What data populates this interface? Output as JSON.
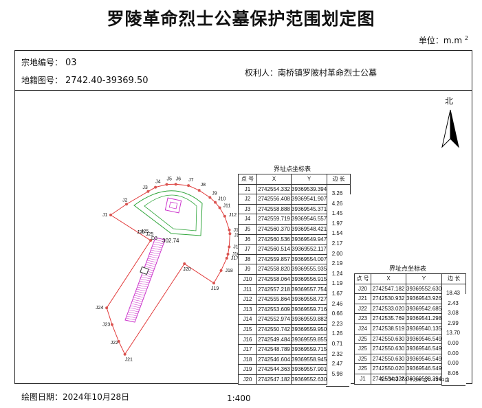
{
  "title": "罗陵革命烈士公墓保护范围划定图",
  "unit": {
    "label": "单位：m.m",
    "sup": "2"
  },
  "parcel": {
    "code_label": "宗地编号：",
    "code": "03",
    "map_no_label": "地籍图号：",
    "map_no": "2742.40-39369.50",
    "owner_label": "权利人：",
    "owner": "南桥镇罗陂村革命烈士公墓"
  },
  "north": "北",
  "plot": {
    "area_label": "302.74",
    "points": [
      {
        "id": "J1",
        "x": 2742554.332,
        "y": 39369539.394
      },
      {
        "id": "J2",
        "x": 2742556.408,
        "y": 39369541.907
      },
      {
        "id": "J3",
        "x": 2742558.888,
        "y": 39369545.371
      },
      {
        "id": "J4",
        "x": 2742559.719,
        "y": 39369546.557
      },
      {
        "id": "J5",
        "x": 2742560.37,
        "y": 39369548.421
      },
      {
        "id": "J6",
        "x": 2742560.536,
        "y": 39369549.947
      },
      {
        "id": "J7",
        "x": 2742560.514,
        "y": 39369552.117
      },
      {
        "id": "J8",
        "x": 2742559.857,
        "y": 39369554.007
      },
      {
        "id": "J9",
        "x": 2742558.82,
        "y": 39369555.935
      },
      {
        "id": "J10",
        "x": 2742558.064,
        "y": 39369556.915
      },
      {
        "id": "J11",
        "x": 2742557.218,
        "y": 39369557.754
      },
      {
        "id": "J12",
        "x": 2742555.864,
        "y": 39369558.727
      },
      {
        "id": "J13",
        "x": 2742553.609,
        "y": 39369559.716
      },
      {
        "id": "J14",
        "x": 2742552.974,
        "y": 39369559.882
      },
      {
        "id": "J15",
        "x": 2742550.742,
        "y": 39369559.95
      },
      {
        "id": "J16",
        "x": 2742549.484,
        "y": 39369559.855
      },
      {
        "id": "J17",
        "x": 2742548.789,
        "y": 39369559.715
      },
      {
        "id": "J18",
        "x": 2742546.604,
        "y": 39369558.945
      },
      {
        "id": "J19",
        "x": 2742544.363,
        "y": 39369557.901
      },
      {
        "id": "J20",
        "x": 2742547.182,
        "y": 39369552.63
      },
      {
        "id": "J21",
        "x": 2742530.932,
        "y": 39369543.926
      },
      {
        "id": "J22",
        "x": 2742533.02,
        "y": 39369542.685
      },
      {
        "id": "J23",
        "x": 2742535.769,
        "y": 39369541.298
      },
      {
        "id": "J24",
        "x": 2742538.519,
        "y": 39369540.135
      },
      {
        "id": "J25",
        "x": 2742550.63,
        "y": 39369546.549
      }
    ],
    "extra_labels": [
      "D3",
      "J25",
      "J25"
    ]
  },
  "table1": {
    "caption": "界址点坐标表",
    "headers": [
      "点 号",
      "X",
      "Y",
      "边 长"
    ],
    "rows": [
      [
        "J1",
        "2742554.332",
        "39369539.394"
      ],
      [
        "J2",
        "2742556.408",
        "39369541.907"
      ],
      [
        "J3",
        "2742558.888",
        "39369545.371"
      ],
      [
        "J4",
        "2742559.719",
        "39369546.557"
      ],
      [
        "J5",
        "2742560.370",
        "39369548.421"
      ],
      [
        "J6",
        "2742560.536",
        "39369549.947"
      ],
      [
        "J7",
        "2742560.514",
        "39369552.117"
      ],
      [
        "J8",
        "2742559.857",
        "39369554.007"
      ],
      [
        "J9",
        "2742558.820",
        "39369555.935"
      ],
      [
        "J10",
        "2742558.064",
        "39369556.915"
      ],
      [
        "J11",
        "2742557.218",
        "39369557.754"
      ],
      [
        "J12",
        "2742555.864",
        "39369558.727"
      ],
      [
        "J13",
        "2742553.609",
        "39369559.716"
      ],
      [
        "J14",
        "2742552.974",
        "39369559.882"
      ],
      [
        "J15",
        "2742550.742",
        "39369559.950"
      ],
      [
        "J16",
        "2742549.484",
        "39369559.855"
      ],
      [
        "J17",
        "2742548.789",
        "39369559.715"
      ],
      [
        "J18",
        "2742546.604",
        "39369558.945"
      ],
      [
        "J19",
        "2742544.363",
        "39369557.901"
      ],
      [
        "J20",
        "2742547.182",
        "39369552.630"
      ]
    ],
    "sides": [
      "3.26",
      "4.26",
      "1.45",
      "1.97",
      "1.54",
      "2.17",
      "2.00",
      "2.19",
      "1.24",
      "1.19",
      "1.67",
      "2.46",
      "0.66",
      "2.23",
      "1.26",
      "0.71",
      "2.32",
      "2.47",
      "5.98"
    ]
  },
  "table2": {
    "caption": "界址点坐标表",
    "headers": [
      "点 号",
      "X",
      "Y",
      "边 长"
    ],
    "rows": [
      [
        "J20",
        "2742547.182",
        "39369552.630"
      ],
      [
        "J21",
        "2742530.932",
        "39369543.926"
      ],
      [
        "J22",
        "2742533.020",
        "39369542.685"
      ],
      [
        "J23",
        "2742535.769",
        "39369541.298"
      ],
      [
        "J24",
        "2742538.519",
        "39369540.135"
      ],
      [
        "J25",
        "2742550.630",
        "39369546.549"
      ],
      [
        "J25",
        "2742550.630",
        "39369546.549"
      ],
      [
        "J25",
        "2742550.630",
        "39369546.549"
      ],
      [
        "J25",
        "2742550.020",
        "39369546.549"
      ],
      [
        "J1",
        "2742554.332",
        "39369539.394"
      ]
    ],
    "sides": [
      "18.43",
      "2.43",
      "3.08",
      "2.99",
      "13.70",
      "0.00",
      "0.00",
      "0.00",
      "8.06"
    ],
    "area_label": "S=302.74",
    "area_unit": "平方米",
    "area_mu": "合0.4541亩"
  },
  "footer": {
    "date_label": "绘图日期：",
    "date": "2024年10月28日",
    "scale": "1:400"
  }
}
